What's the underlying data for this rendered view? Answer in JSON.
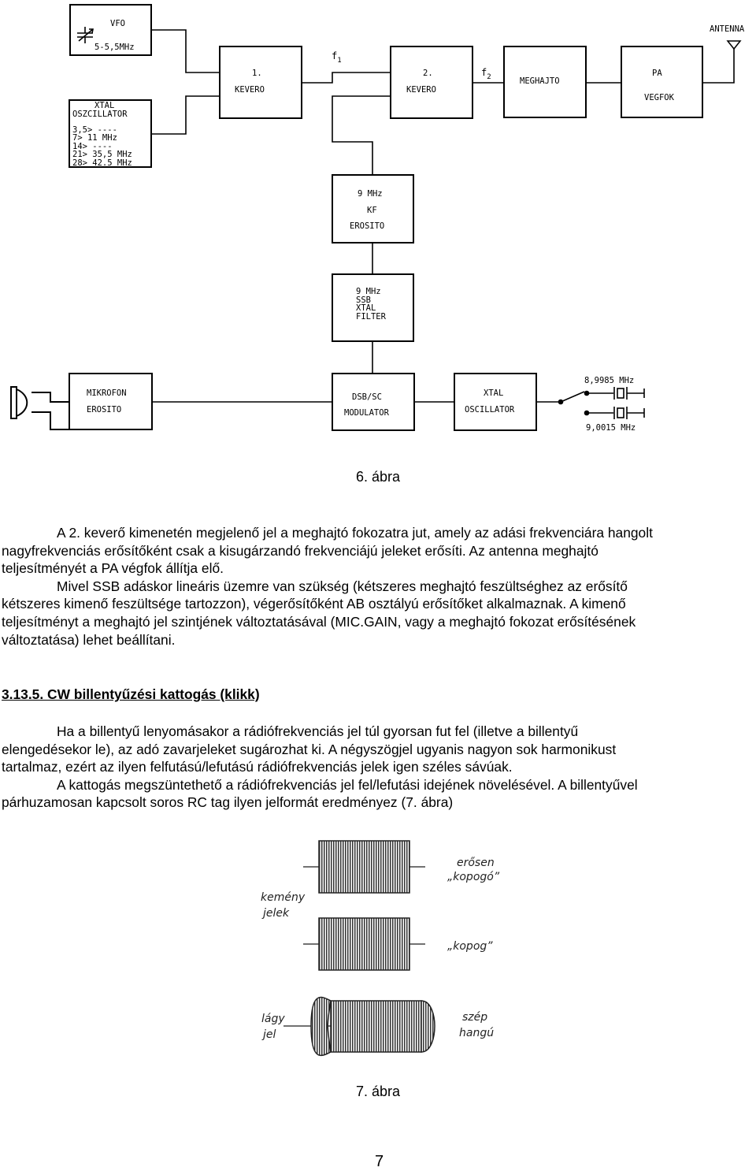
{
  "diagram": {
    "vfo": {
      "title": "VFO",
      "range": "5-5,5MHz"
    },
    "xtal_osc_top": {
      "title_1": "XTAL",
      "title_2": "OSZCILLATOR",
      "rows": [
        "3,5> ----",
        "7> 11 MHz",
        "14> ----",
        "21> 35,5 MHz",
        "28> 42.5 MHz"
      ]
    },
    "mixer1": {
      "num": "1.",
      "label": "KEVERO"
    },
    "mixer2": {
      "num": "2.",
      "label": "KEVERO"
    },
    "f1": {
      "base": "f",
      "sub": "1"
    },
    "f2": {
      "base": "f",
      "sub": "2"
    },
    "driver": {
      "label": "MEGHAJTO"
    },
    "pa": {
      "label_1": "PA",
      "label_2": "VEGFOK"
    },
    "antenna": {
      "label": "ANTENNA"
    },
    "if_amp": {
      "line_1": "9 MHz",
      "line_2": "KF",
      "line_3": "EROSITO"
    },
    "filter": {
      "line_1": "9 MHz",
      "line_2": "SSB",
      "line_3": "XTAL",
      "line_4": "FILTER"
    },
    "mic_amp": {
      "line_1": "MIKROFON",
      "line_2": "EROSITO"
    },
    "modulator": {
      "line_1": "DSB/SC",
      "line_2": "MODULATOR"
    },
    "xtal_osc_bottom": {
      "line_1": "XTAL",
      "line_2": "OSCILLATOR"
    },
    "crystal_top": "8,9985 MHz",
    "crystal_bottom": "9,0015 MHz"
  },
  "figure6_caption": "6. ábra",
  "paragraph1": {
    "line1": "A 2. keverő kimenetén megjelenő jel a meghajtó fokozatra jut, amely az adási frekvenciára hangolt",
    "line2": "nagyfrekvenciás erősítőként csak a kisugárzandó frekvenciájú jeleket erősíti. Az antenna meghajtó",
    "line3": "teljesítményét a PA végfok állítja elő.",
    "line4": "Mivel SSB adáskor lineáris üzemre van szükség (kétszeres meghajtó feszültséghez az erősítő",
    "line5": "kétszeres kimenő feszültsége tartozzon), végerősítőként AB osztályú erősítőket alkalmaznak. A kimenő",
    "line6": "teljesítményt a meghajtó jel szintjének változtatásával (MIC.GAIN, vagy a meghajtó fokozat erősítésének",
    "line7": "változtatása) lehet beállítani."
  },
  "section_heading": "3.13.5. CW billentyűzési kattogás (klikk)",
  "paragraph2": {
    "line1": "Ha a billentyű lenyomásakor a rádiófrekvenciás jel túl gyorsan fut fel (illetve a billentyű",
    "line2": "elengedésekor le), az adó zavarjeleket sugározhat ki. A négyszögjel ugyanis nagyon sok harmonikust",
    "line3": "tartalmaz, ezért az ilyen felfutású/lefutású rádiófrekvenciás jelek igen széles sávúak.",
    "line4": "A kattogás megszüntethető a rádiófrekvenciás jel fel/lefutási idejének növelésével. A billentyűvel",
    "line5": "párhuzamosan kapcsolt soros RC tag ilyen jelformát eredményez (7. ábra)"
  },
  "waveforms": {
    "label_hard_1": "kemény",
    "label_hard_2": "jelek",
    "label_strong_1": "erősen",
    "label_strong_2": "„kopogó”",
    "label_knock": "„kopog”",
    "label_soft_1": "lágy",
    "label_soft_2": "jel",
    "label_nice_1": "szép",
    "label_nice_2": "hangú"
  },
  "figure7_caption": "7. ábra",
  "page_number": "7"
}
